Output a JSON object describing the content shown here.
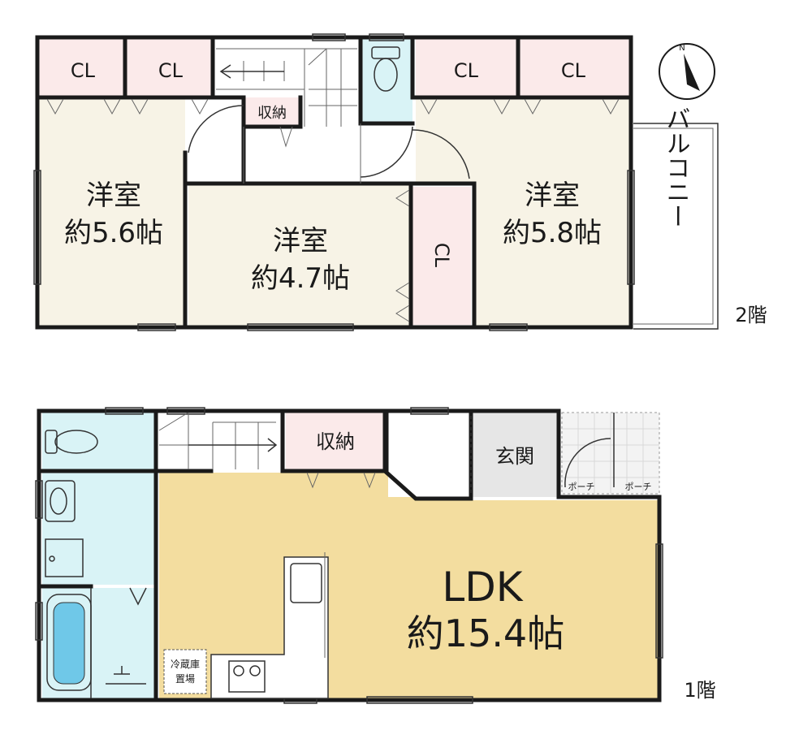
{
  "floor2": {
    "floor_label": "2階",
    "rooms": {
      "west_room": {
        "name": "洋室",
        "size": "約5.6帖"
      },
      "center_room": {
        "name": "洋室",
        "size": "約4.7帖"
      },
      "east_room": {
        "name": "洋室",
        "size": "約5.8帖"
      }
    },
    "closets": [
      "CL",
      "CL",
      "CL",
      "CL",
      "CL"
    ],
    "storage": "収納",
    "balcony": "バルコニー"
  },
  "floor1": {
    "floor_label": "1階",
    "ldk": {
      "name": "LDK",
      "size": "約15.4帖"
    },
    "storage": "収納",
    "entrance": "玄関",
    "porch": [
      "ポーチ",
      "ポーチ"
    ],
    "fridge_space": [
      "冷蔵庫",
      "置場"
    ]
  },
  "colors": {
    "bedroom": "#f7f3e6",
    "closet": "#fbeaea",
    "wet_area": "#d9f3f6",
    "ldk": "#f3dd9f",
    "entrance": "#e6e6e6",
    "wall": "#1a1a1a"
  },
  "compass": {
    "label": "N"
  }
}
